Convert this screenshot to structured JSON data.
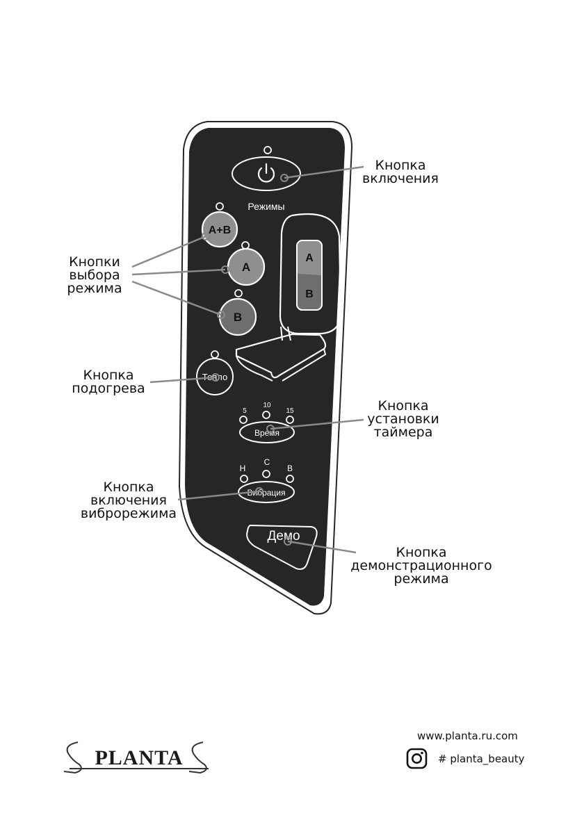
{
  "remote": {
    "modes_label": "Режимы",
    "btn_ab": "A+B",
    "btn_a": "A",
    "btn_b": "B",
    "chair_a": "A",
    "chair_b": "B",
    "btn_heat": "Тепло",
    "btn_time": "Время",
    "time_levels": [
      "5",
      "10",
      "15"
    ],
    "btn_vibration": "Вибрация",
    "vibration_levels": [
      "Н",
      "С",
      "В"
    ],
    "btn_demo": "Демо"
  },
  "callouts": {
    "power": [
      "Кнопка",
      "включения"
    ],
    "mode": [
      "Кнопки",
      "выбора",
      "режима"
    ],
    "heat": [
      "Кнопка",
      "подогрева"
    ],
    "timer": [
      "Кнопка",
      "установки",
      "таймера"
    ],
    "vibration": [
      "Кнопка",
      "включения",
      "виброрежима"
    ],
    "demo": [
      "Кнопка",
      "демонстрационного",
      "режима"
    ]
  },
  "footer": {
    "brand": "PLANTA",
    "website": "www.planta.ru.com",
    "hashtag": "# planta_beauty"
  },
  "colors": {
    "panel": "#262626",
    "button_light": "#8f8f8f",
    "button_dark": "#6e6e6e"
  }
}
